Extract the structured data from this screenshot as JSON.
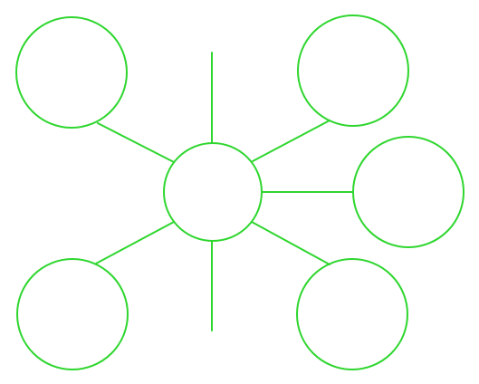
{
  "diagram": {
    "kind": "hub-and-spoke",
    "stroke_color": "#2fd62f",
    "background": "#ffffff",
    "hub": {
      "id": "hub",
      "label": ""
    },
    "satellites": [
      {
        "id": "top-left",
        "label": ""
      },
      {
        "id": "top-right",
        "label": ""
      },
      {
        "id": "right",
        "label": ""
      },
      {
        "id": "bottom-left",
        "label": ""
      },
      {
        "id": "bottom-right",
        "label": ""
      }
    ],
    "stubs": [
      {
        "id": "top-stub"
      },
      {
        "id": "bottom-stub"
      }
    ]
  }
}
